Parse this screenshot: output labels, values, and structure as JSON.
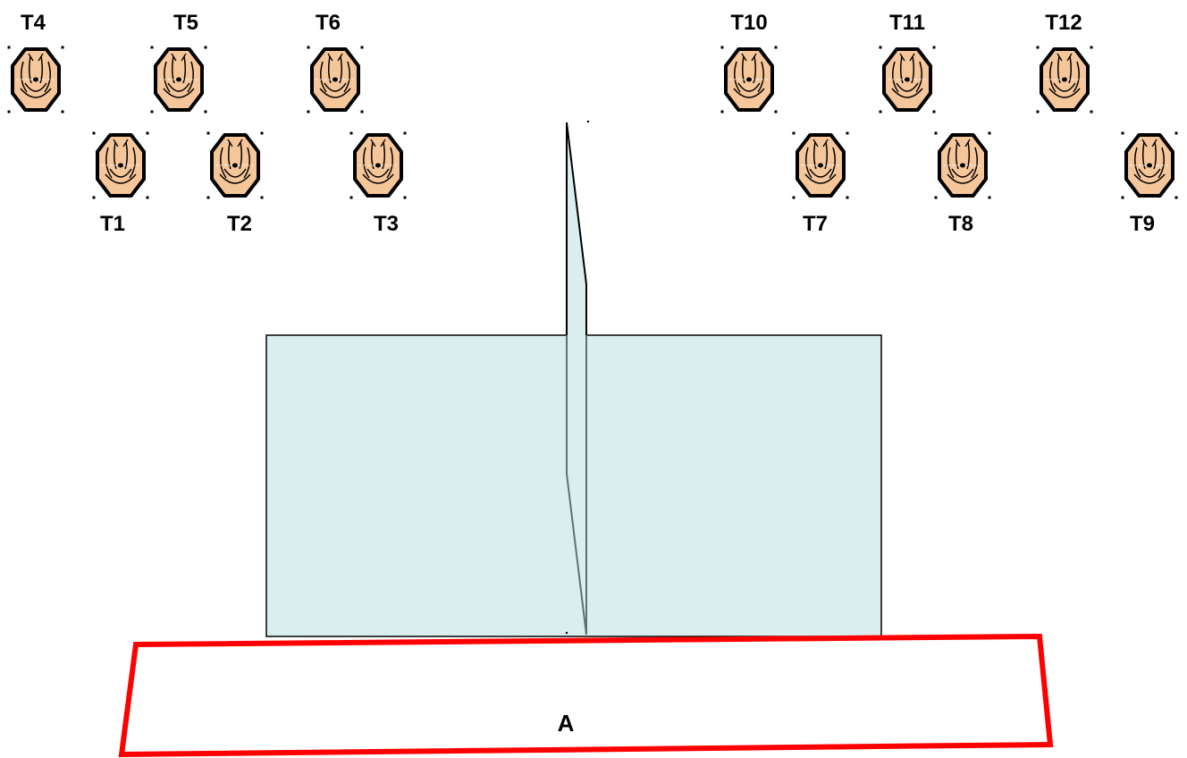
{
  "colors": {
    "face_fill": "#f6c69b",
    "face_stroke": "#000000",
    "panel_fill": "#daeef0",
    "panel_stroke": "#000000",
    "zone_stroke": "#ff0000",
    "divider_stroke": "#5f7070",
    "background": "#ffffff"
  },
  "icons": {
    "tile": "face-icon"
  },
  "tiles": [
    {
      "label": "T1"
    },
    {
      "label": "T2"
    },
    {
      "label": "T3"
    },
    {
      "label": "T4"
    },
    {
      "label": "T5"
    },
    {
      "label": "T6"
    },
    {
      "label": "T7"
    },
    {
      "label": "T8"
    },
    {
      "label": "T9"
    },
    {
      "label": "T10"
    },
    {
      "label": "T11"
    },
    {
      "label": "T12"
    }
  ],
  "zone": {
    "label": "A"
  }
}
